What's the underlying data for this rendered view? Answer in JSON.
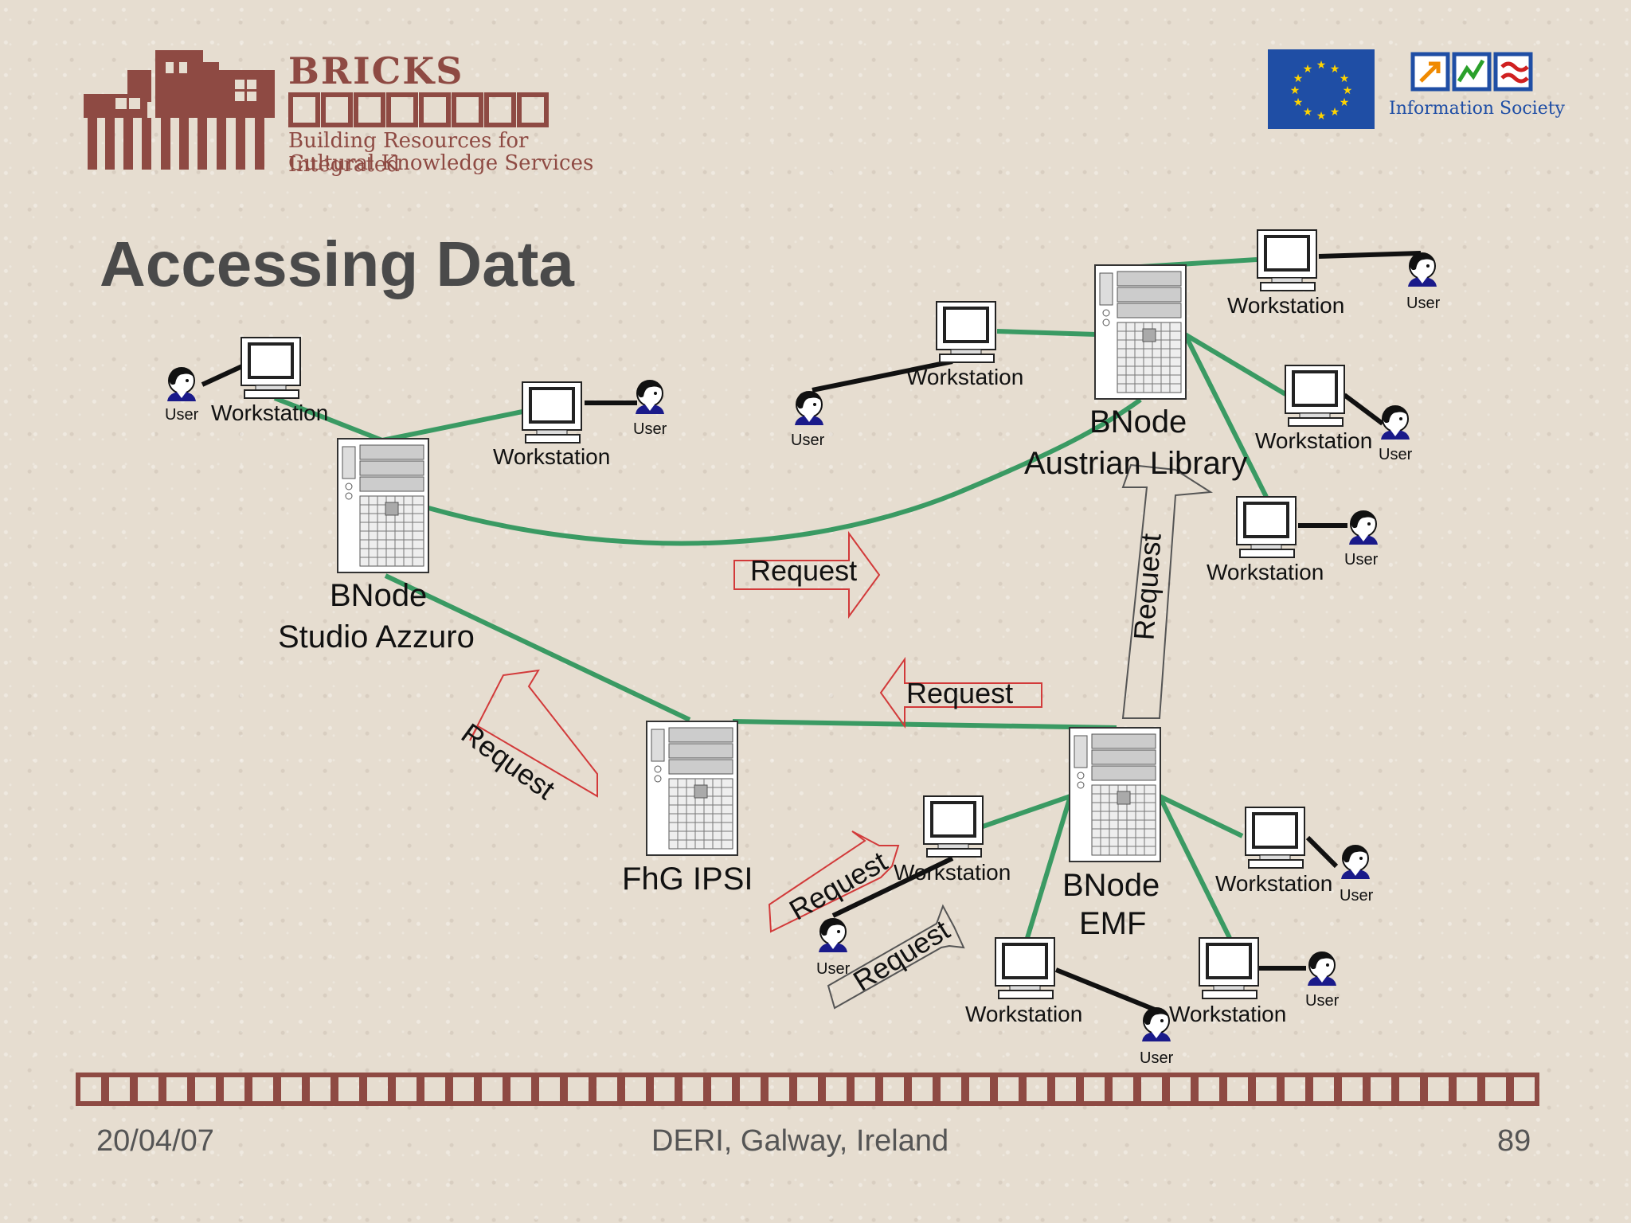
{
  "header": {
    "logo_name": "BRICKS",
    "logo_tagline_1": "Building Resources for Integrated",
    "logo_tagline_2": "Cultural Knowledge Services",
    "sponsor_logo_text": "Information Society"
  },
  "slide": {
    "title": "Accessing Data"
  },
  "diagram": {
    "nodes": {
      "studio": [
        "BNode",
        "Studio Azzuro"
      ],
      "austrian": [
        "BNode",
        "Austrian Library"
      ],
      "fhg": "FhG IPSI",
      "emf": [
        "BNode",
        "EMF"
      ]
    },
    "workstation_label": "Workstation",
    "user_label": "User",
    "request_label": "Request"
  },
  "footer": {
    "date": "20/04/07",
    "place": "DERI, Galway, Ireland",
    "page": "89"
  },
  "colors": {
    "brand": "#8e4a43",
    "link": "#3a9a63",
    "arrow_red": "#d23a3a",
    "text": "#111111",
    "title": "#4a4a4a"
  }
}
